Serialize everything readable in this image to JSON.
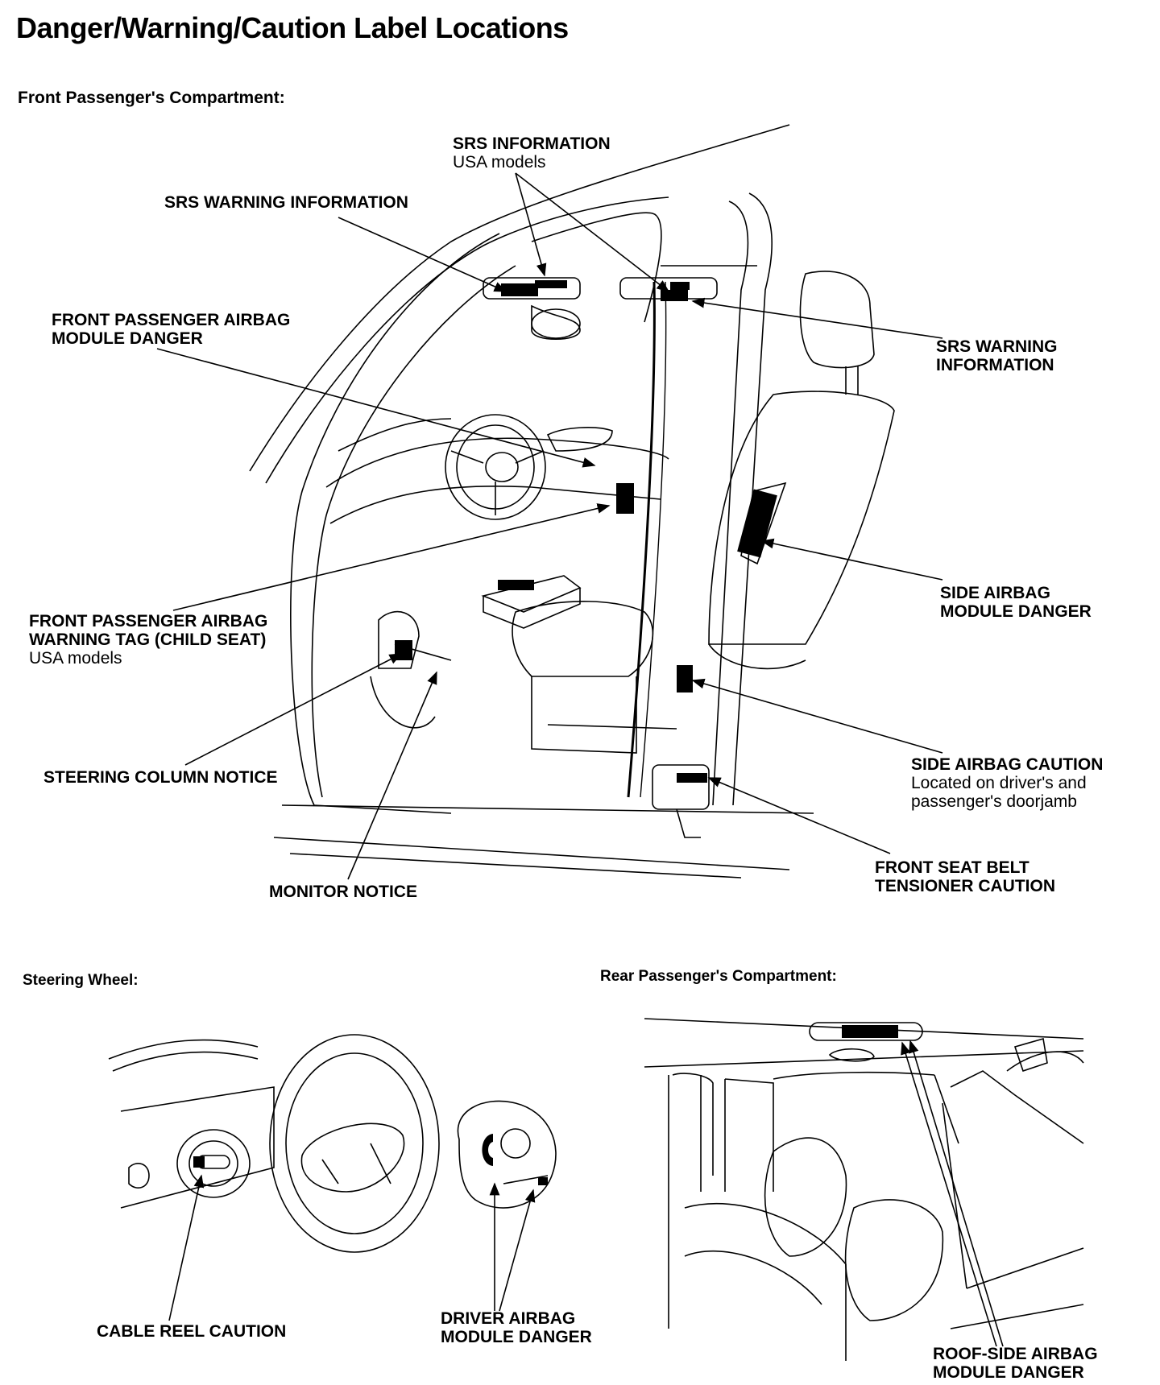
{
  "title": "Danger/Warning/Caution Label Locations",
  "sections": {
    "front": "Front Passenger's Compartment:",
    "steering": "Steering Wheel:",
    "rear": "Rear Passenger's Compartment:"
  },
  "labels": {
    "srs_information": {
      "l1": "SRS INFORMATION",
      "l2": "USA models"
    },
    "srs_warning_info_left": {
      "l1": "SRS WARNING INFORMATION"
    },
    "front_pass_airbag_danger": {
      "l1": "FRONT PASSENGER AIRBAG",
      "l2": "MODULE DANGER"
    },
    "srs_warning_info_right": {
      "l1": "SRS WARNING",
      "l2": "INFORMATION"
    },
    "side_airbag_danger": {
      "l1": "SIDE AIRBAG",
      "l2": "MODULE DANGER"
    },
    "front_pass_warning_tag": {
      "l1": "FRONT PASSENGER AIRBAG",
      "l2": "WARNING TAG (CHILD SEAT)",
      "l3": "USA models"
    },
    "steering_column_notice": {
      "l1": "STEERING COLUMN NOTICE"
    },
    "side_airbag_caution": {
      "l1": "SIDE AIRBAG CAUTION",
      "l2": "Located on driver's and",
      "l3": "passenger's doorjamb"
    },
    "monitor_notice": {
      "l1": "MONITOR NOTICE"
    },
    "seat_belt_tensioner": {
      "l1": "FRONT SEAT BELT",
      "l2": "TENSIONER CAUTION"
    },
    "cable_reel_caution": {
      "l1": "CABLE REEL CAUTION"
    },
    "driver_airbag_danger": {
      "l1": "DRIVER AIRBAG",
      "l2": "MODULE DANGER"
    },
    "roof_side_airbag_danger": {
      "l1": "ROOF-SIDE AIRBAG",
      "l2": "MODULE DANGER"
    }
  }
}
